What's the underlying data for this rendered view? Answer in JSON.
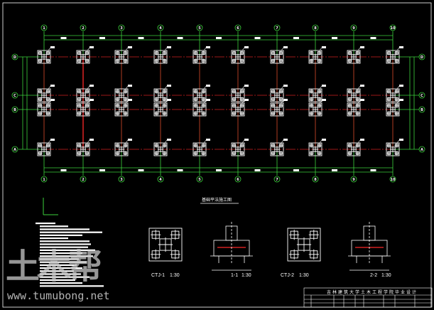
{
  "drawing": {
    "title": "基础平法施工图",
    "column_axes": [
      "1",
      "2",
      "3",
      "4",
      "5",
      "6",
      "7",
      "8",
      "9",
      "10"
    ],
    "row_axes": [
      "D",
      "C",
      "B",
      "A"
    ],
    "details": [
      {
        "name": "CTJ-1",
        "scale": "1:30"
      },
      {
        "name": "1-1",
        "scale": "1:30"
      },
      {
        "name": "CTJ-2",
        "scale": "1:30"
      },
      {
        "name": "2-2",
        "scale": "1:30"
      }
    ]
  },
  "title_block": {
    "institution": "吉林建筑大学土木工程学院毕业设计"
  },
  "watermark": {
    "logo": "土木帮",
    "url": "www.tumubong.net"
  },
  "colors": {
    "grid": "#3cd23c",
    "beam": "#d02020",
    "line": "#ffffff"
  }
}
